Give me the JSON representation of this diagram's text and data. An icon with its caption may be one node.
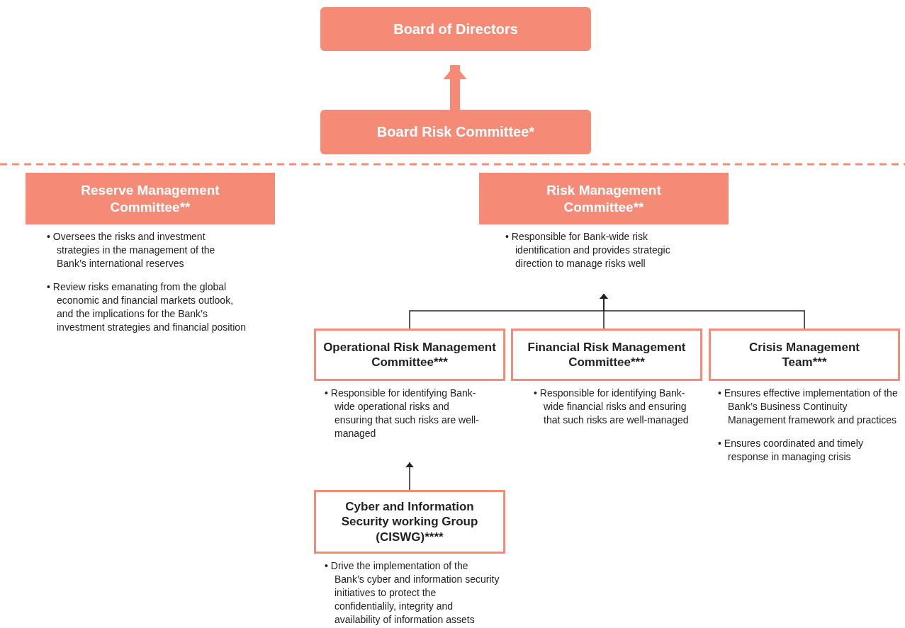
{
  "diagram": {
    "nodes": [
      {
        "text": [
          "Board of Directors"
        ]
      },
      {
        "text": [
          "Board Risk Committee*"
        ]
      },
      {
        "text": [
          "Reserve Management Committee**"
        ],
        "beside": [
          "• Oversees the risks and investment strategies in the management of the Bank’s international reserves",
          "• Review risks emanating from the global economic and financial markets outlook, and the implications for the Bank’s investment strategies and financial position"
        ]
      },
      {
        "text": [
          "Risk Management Committee**"
        ],
        "beside": [
          "• Responsible for Bank-wide risk identification and provides strategic direction to manage risks well"
        ]
      },
      {
        "text": [
          "Operational Risk Management Committee***"
        ],
        "beside": [
          "• Responsible for identifying Bank-wide operational risks and ensuring that such risks are well-managed"
        ]
      },
      {
        "text": [
          "Financial Risk Management Committee***"
        ],
        "beside": [
          "• Responsible for identifying Bank-wide financial risks and ensuring that such risks are well-managed"
        ]
      },
      {
        "text": [
          "Crisis Management Team***"
        ],
        "beside": [
          "• Ensures effective implementation of the Bank’s Business Continuity Management framework and practices",
          "• Ensures coordinated and timely response in managing crisis"
        ]
      },
      {
        "text": [
          "Cyber and Information Security working Group (CISWG)****"
        ],
        "beside": [
          "• Drive the implementation of the Bank’s cyber and information security initiatives to protect the confidentialily, integrity and availability of information assets"
        ]
      }
    ],
    "edges": [
      {
        "from": 1,
        "to": 0,
        "arrow": "to",
        "style": "thick",
        "color": "#f58b76"
      },
      {
        "from": 4,
        "to": 3,
        "arrow": "to"
      },
      {
        "from": 5,
        "to": 3,
        "arrow": "to"
      },
      {
        "from": 6,
        "to": 3,
        "arrow": "to"
      },
      {
        "from": 7,
        "to": 4,
        "arrow": "to"
      }
    ]
  }
}
